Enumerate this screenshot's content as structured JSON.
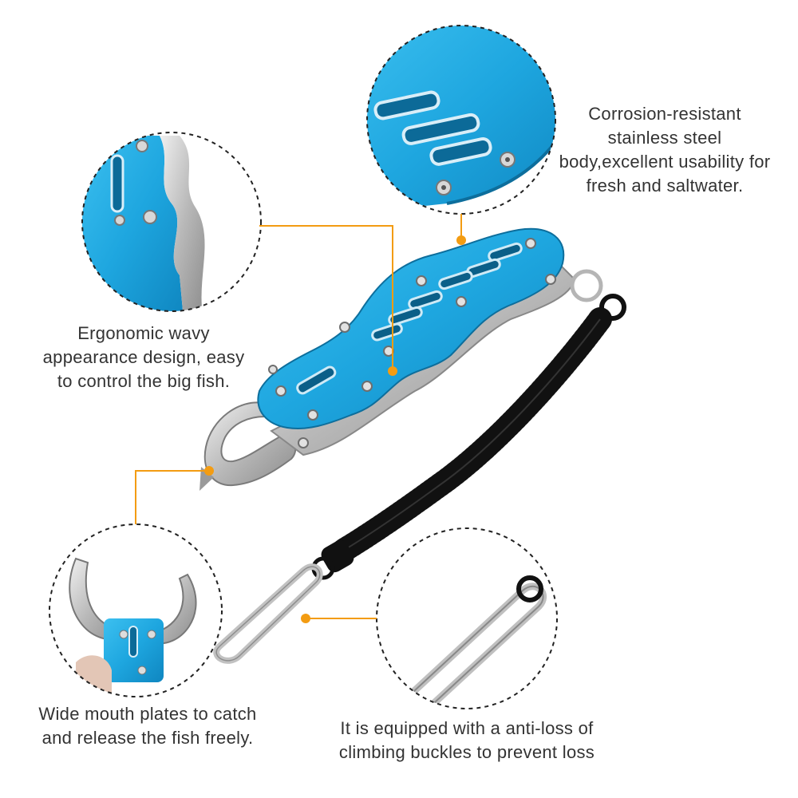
{
  "captions": {
    "corrosion": {
      "lines": [
        "Corrosion-resistant",
        "stainless steel",
        "body,excellent usability for",
        "fresh and saltwater."
      ]
    },
    "ergonomic": {
      "lines": [
        "Ergonomic wavy",
        "appearance design, easy",
        "to control the big fish."
      ]
    },
    "mouth": {
      "lines": [
        "Wide mouth plates to catch",
        "and release the fish freely."
      ]
    },
    "loss": {
      "lines": [
        "It is equipped with a anti-loss of",
        "climbing buckles to prevent loss"
      ]
    }
  },
  "colors": {
    "background": "#ffffff",
    "caption_text": "#333333",
    "callout_line": "#f39c12",
    "grip_blue": "#1ea6df",
    "steel": "#c8c8c8",
    "coil": "#111111",
    "circle_border": "#222222"
  },
  "icons": [
    "fish-grip-tool",
    "coiled-lanyard",
    "carabiner-clip",
    "screw-icon"
  ]
}
